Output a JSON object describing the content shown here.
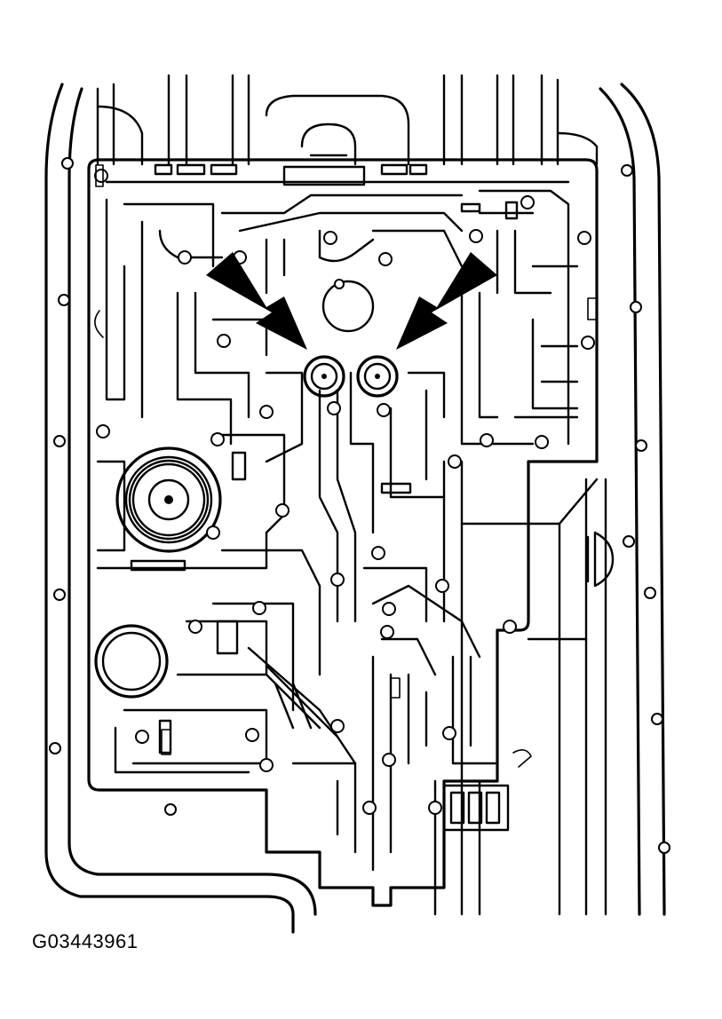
{
  "figure": {
    "id_label": "G03443961"
  },
  "colors": {
    "ink": "#000000",
    "paper": "#ffffff"
  },
  "callouts": [
    {
      "name": "left-arrow",
      "points_to": "left-solenoid-plug"
    },
    {
      "name": "right-arrow",
      "points_to": "right-solenoid-plug"
    }
  ]
}
